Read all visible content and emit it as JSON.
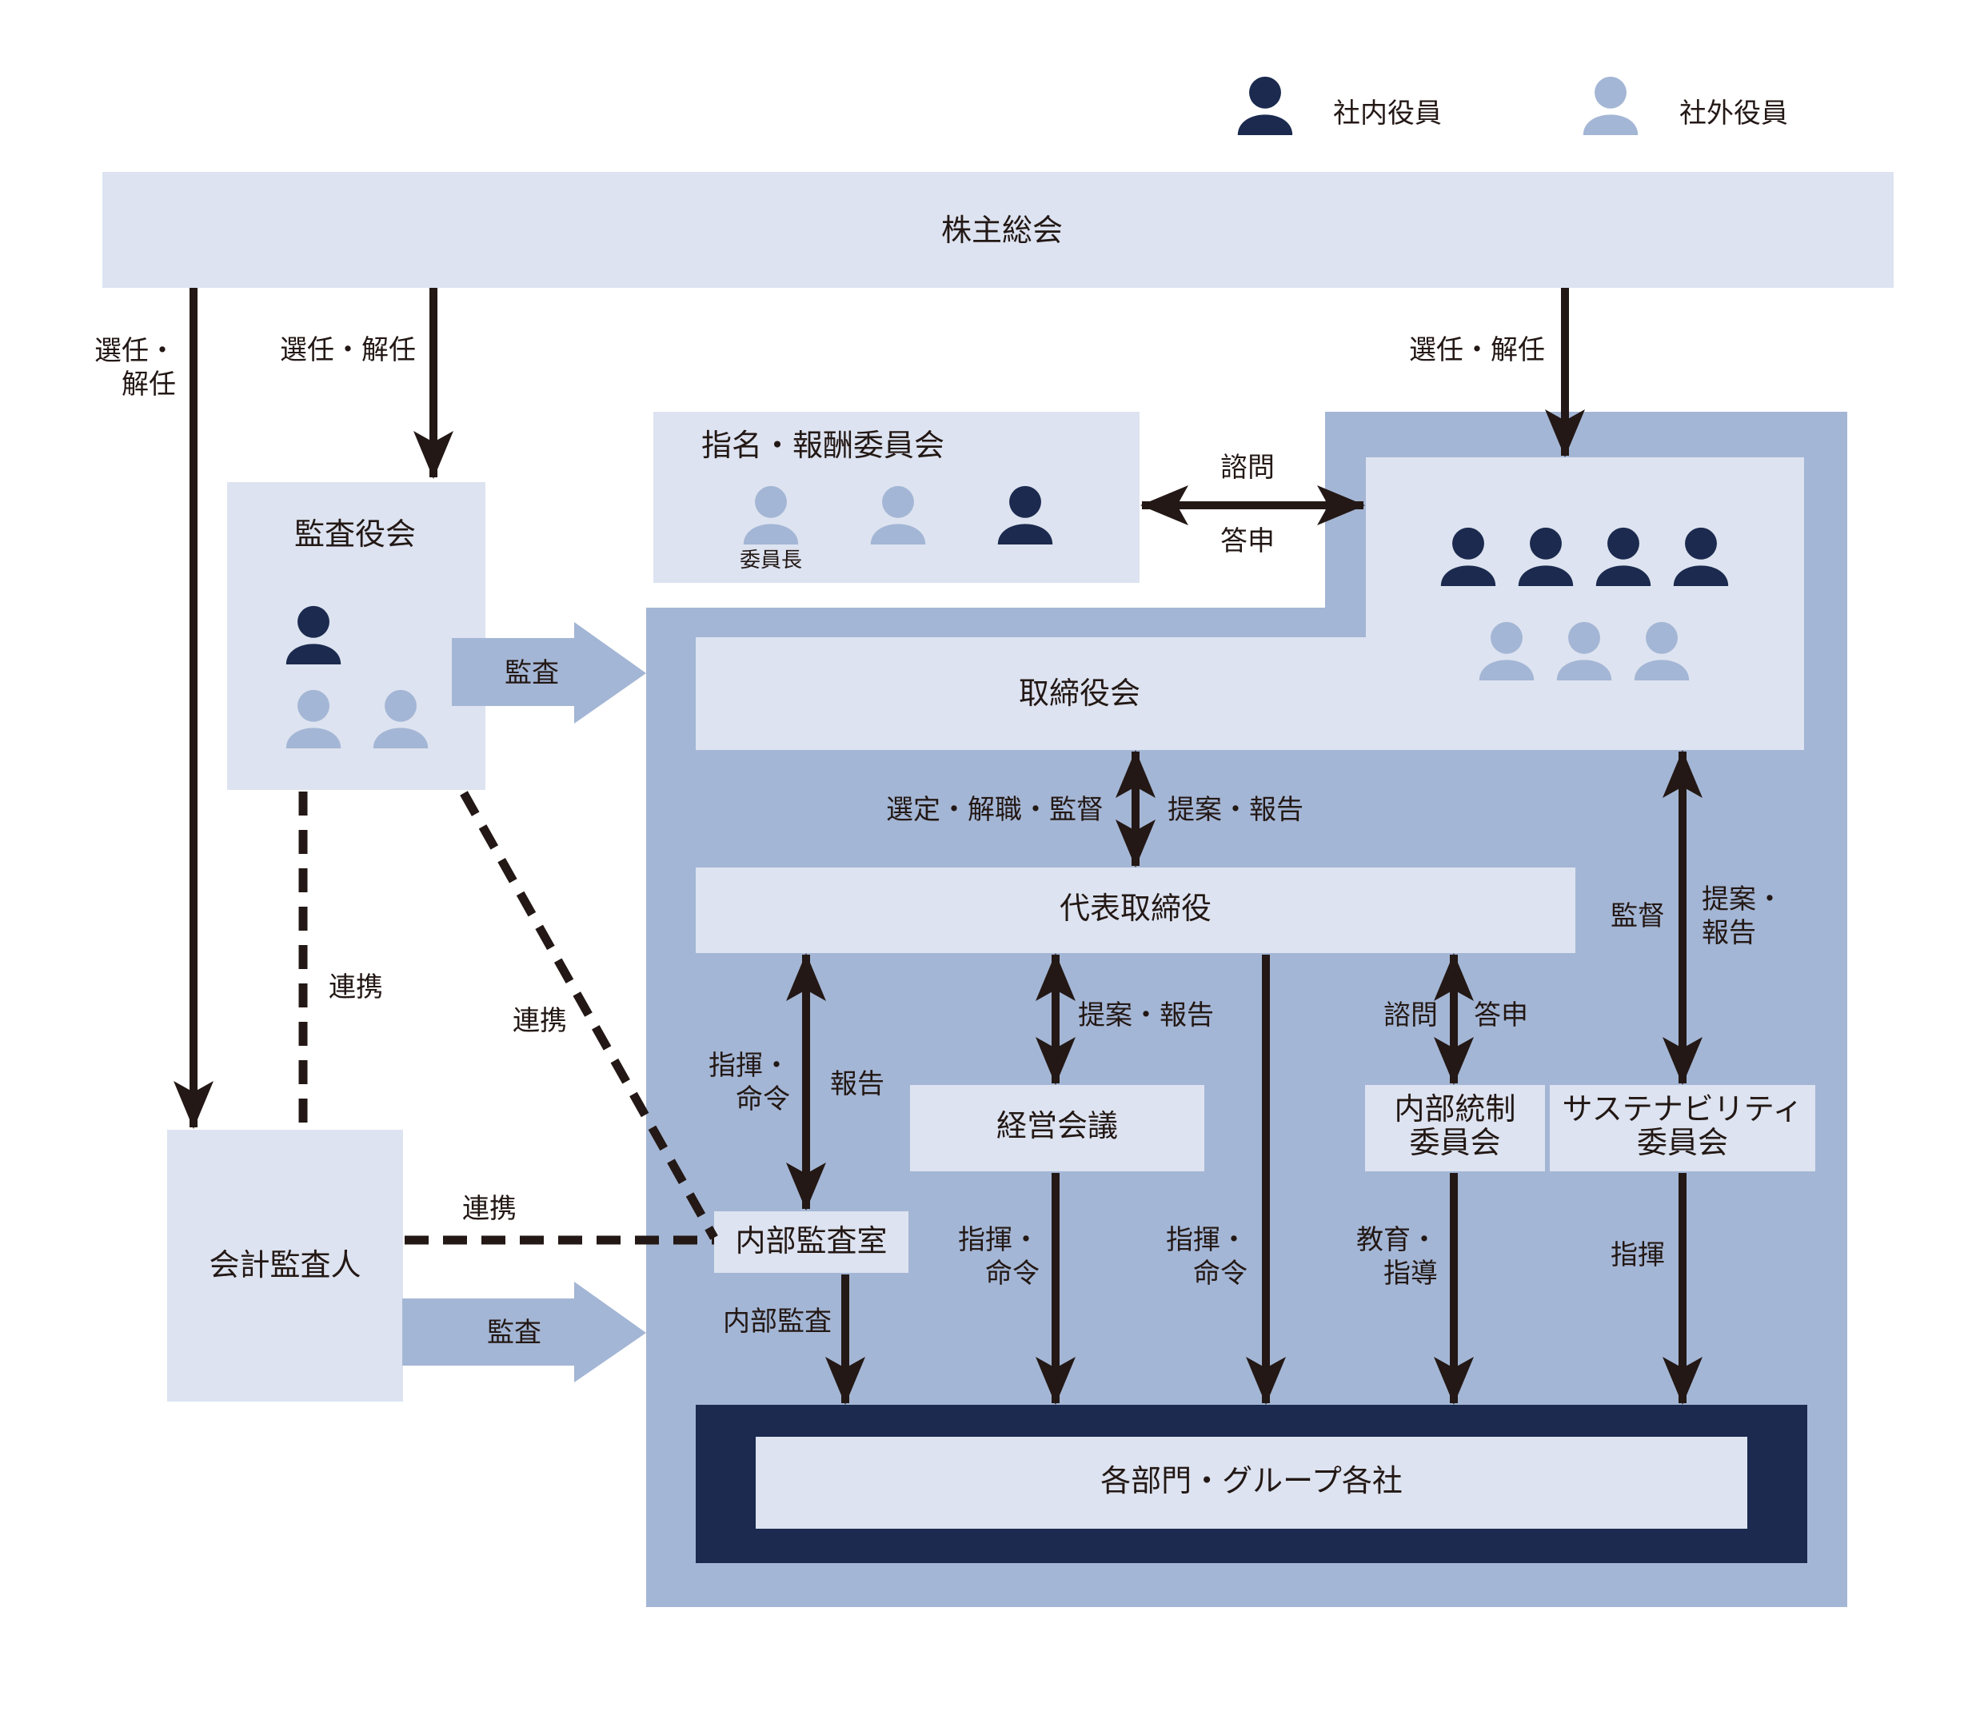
{
  "legend": {
    "internal": "社内役員",
    "external": "社外役員"
  },
  "nodes": {
    "agm": "株主総会",
    "audit_board": "監査役会",
    "nomination": "指名・報酬委員会",
    "chair": "委員長",
    "board": "取締役会",
    "ceo": "代表取締役",
    "mgmt": "経営会議",
    "ic_line1": "内部統制",
    "ic_line2": "委員会",
    "sus_line1": "サステナビリティ",
    "sus_line2": "委員会",
    "iad": "内部監査室",
    "auditor": "会計監査人",
    "depts": "各部門・グループ各社"
  },
  "edges": {
    "sel_dismiss_a1": "選任・",
    "sel_dismiss_a2": "解任",
    "sel_dismiss_b": "選任・解任",
    "sel_dismiss_c": "選任・解任",
    "audit_1": "監査",
    "audit_2": "監査",
    "consult": "諮問",
    "report_back": "答申",
    "select_supervise": "選定・解職・監督",
    "propose_report": "提案・報告",
    "coop_1": "連携",
    "coop_2": "連携",
    "coop_3": "連携",
    "command_1a": "指揮・",
    "command_1b": "命令",
    "report": "報告",
    "propose_report_2": "提案・報告",
    "consult_2": "諮問",
    "report_back_2": "答申",
    "supervise": "監督",
    "propose_report_3a": "提案・",
    "propose_report_3b": "報告",
    "internal_audit": "内部監査",
    "command_2a": "指揮・",
    "command_2b": "命令",
    "command_3a": "指揮・",
    "command_3b": "命令",
    "educate_a": "教育・",
    "educate_b": "指導",
    "command_4": "指揮"
  },
  "colors": {
    "light": "#dde3f0",
    "medium": "#a4b6d5",
    "dark": "#1b2a4e",
    "line": "#231815"
  }
}
